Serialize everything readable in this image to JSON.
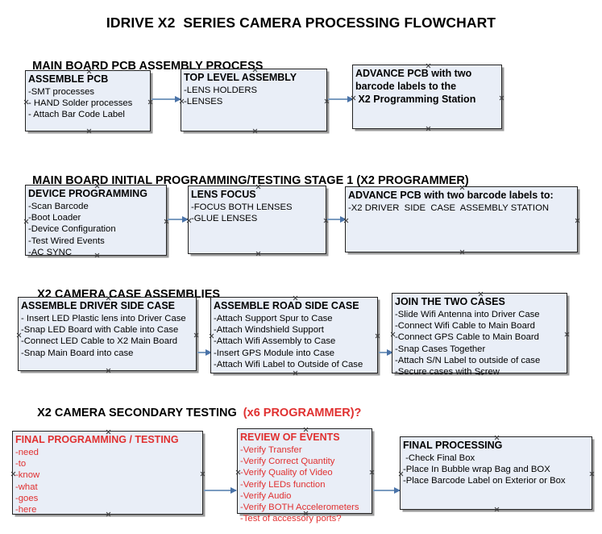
{
  "title": "IDRIVE X2  SERIES CAMERA PROCESSING FLOWCHART",
  "colors": {
    "node_fill": "#e9eef7",
    "node_border": "#222222",
    "connector": "#7b9cc0",
    "red_text": "#e03030"
  },
  "sections": [
    {
      "heading": "MAIN BOARD PCB ASSEMBLY PROCESS",
      "heading_red": "",
      "nodes": [
        {
          "title": "ASSEMBLE PCB",
          "lines": [
            "-SMT processes",
            "- HAND Solder processes",
            "- Attach Bar Code Label"
          ],
          "red": false
        },
        {
          "title": "TOP LEVEL ASSEMBLY",
          "lines": [
            "-LENS HOLDERS",
            "-LENSES"
          ],
          "red": false
        },
        {
          "title": "ADVANCE PCB with two",
          "lines": [
            "barcode labels to the",
            " X2 Programming Station"
          ],
          "red": false,
          "bold_lines": true
        }
      ]
    },
    {
      "heading": "MAIN BOARD INITIAL PROGRAMMING/TESTING STAGE 1 (X2 PROGRAMMER)",
      "heading_red": "",
      "nodes": [
        {
          "title": "DEVICE PROGRAMMING",
          "lines": [
            "-Scan Barcode",
            "-Boot Loader",
            "-Device Configuration",
            "-Test Wired Events",
            "-AC SYNC"
          ],
          "red": false
        },
        {
          "title": "LENS FOCUS",
          "lines": [
            "-FOCUS BOTH LENSES",
            "-GLUE LENSES"
          ],
          "red": false
        },
        {
          "title": "ADVANCE PCB with two barcode labels to:",
          "lines": [
            "-X2 DRIVER  SIDE  CASE  ASSEMBLY STATION"
          ],
          "red": false
        }
      ]
    },
    {
      "heading": "X2 CAMERA CASE ASSEMBLIES",
      "heading_red": "",
      "nodes": [
        {
          "title": "ASSEMBLE DRIVER SIDE CASE",
          "lines": [
            "- Insert LED Plastic lens into Driver Case",
            "-Snap LED Board with Cable into Case",
            "-Connect LED Cable to X2 Main Board",
            "-Snap Main Board into case"
          ],
          "red": false
        },
        {
          "title": "ASSEMBLE ROAD SIDE CASE",
          "lines": [
            "-Attach Support Spur to Case",
            "-Attach Windshield Support",
            "-Attach Wifi Assembly to Case",
            "-Insert GPS Module into Case",
            "-Attach Wifi Label to Outside of Case"
          ],
          "red": false
        },
        {
          "title": "JOIN THE TWO CASES",
          "lines": [
            "-Slide Wifi Antenna into Driver Case",
            "-Connect Wifi Cable to Main Board",
            "-Connect GPS Cable to Main Board",
            "-Snap Cases Together",
            "-Attach S/N Label to outside of case",
            "-Secure cases with Screw"
          ],
          "red": false
        }
      ]
    },
    {
      "heading": "X2 CAMERA SECONDARY TESTING  ",
      "heading_red": "(x6 PROGRAMMER)?",
      "nodes": [
        {
          "title": "FINAL PROGRAMMING / TESTING",
          "lines": [
            "-need",
            "-to",
            "-know",
            "-what",
            "-goes",
            "-here"
          ],
          "red": true
        },
        {
          "title": "REVIEW OF EVENTS",
          "lines": [
            "-Verify Transfer",
            "-Verify Correct Quantity",
            "-Verify Quality of Video",
            "-Verify LEDs function",
            "-Verify Audio",
            "-Verify BOTH Accelerometers"
          ],
          "overflow_line": "-Test of accessory ports?",
          "red": true
        },
        {
          "title": "FINAL PROCESSING",
          "lines": [
            " -Check Final Box",
            "-Place In Bubble wrap Bag and BOX",
            "-Place Barcode Label on Exterior or Box"
          ],
          "red": false
        }
      ]
    }
  ]
}
